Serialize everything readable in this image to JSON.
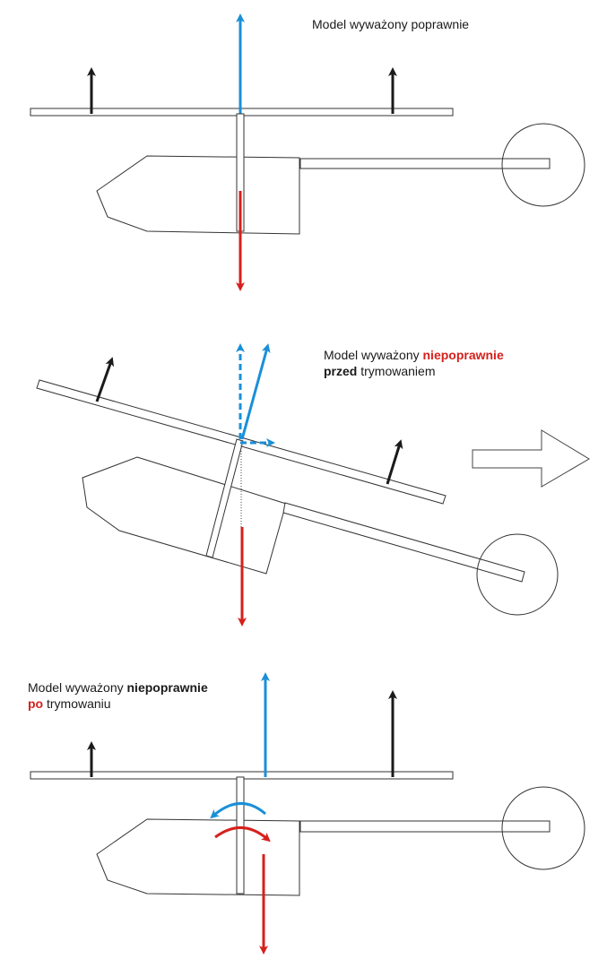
{
  "panel1": {
    "caption": "Model wyważony poprawnie"
  },
  "panel2": {
    "caption_a": "Model wyważony ",
    "caption_b": "niepoprawnie",
    "caption_c": "przed",
    "caption_d": " trymowaniem"
  },
  "panel3": {
    "caption_a": "Model wyważony ",
    "caption_b": "niepoprawnie",
    "caption_c": "po",
    "caption_d": " trymowaniu"
  },
  "colors": {
    "lift": "#1a8fd8",
    "weight": "#d6201c",
    "blade_force": "#1a1a1a",
    "outline": "#333333"
  },
  "icons": [
    "lift-arrow-icon",
    "weight-arrow-icon",
    "blade-lift-arrow-icon",
    "right-arrow-icon",
    "rotation-arrow-icon"
  ]
}
